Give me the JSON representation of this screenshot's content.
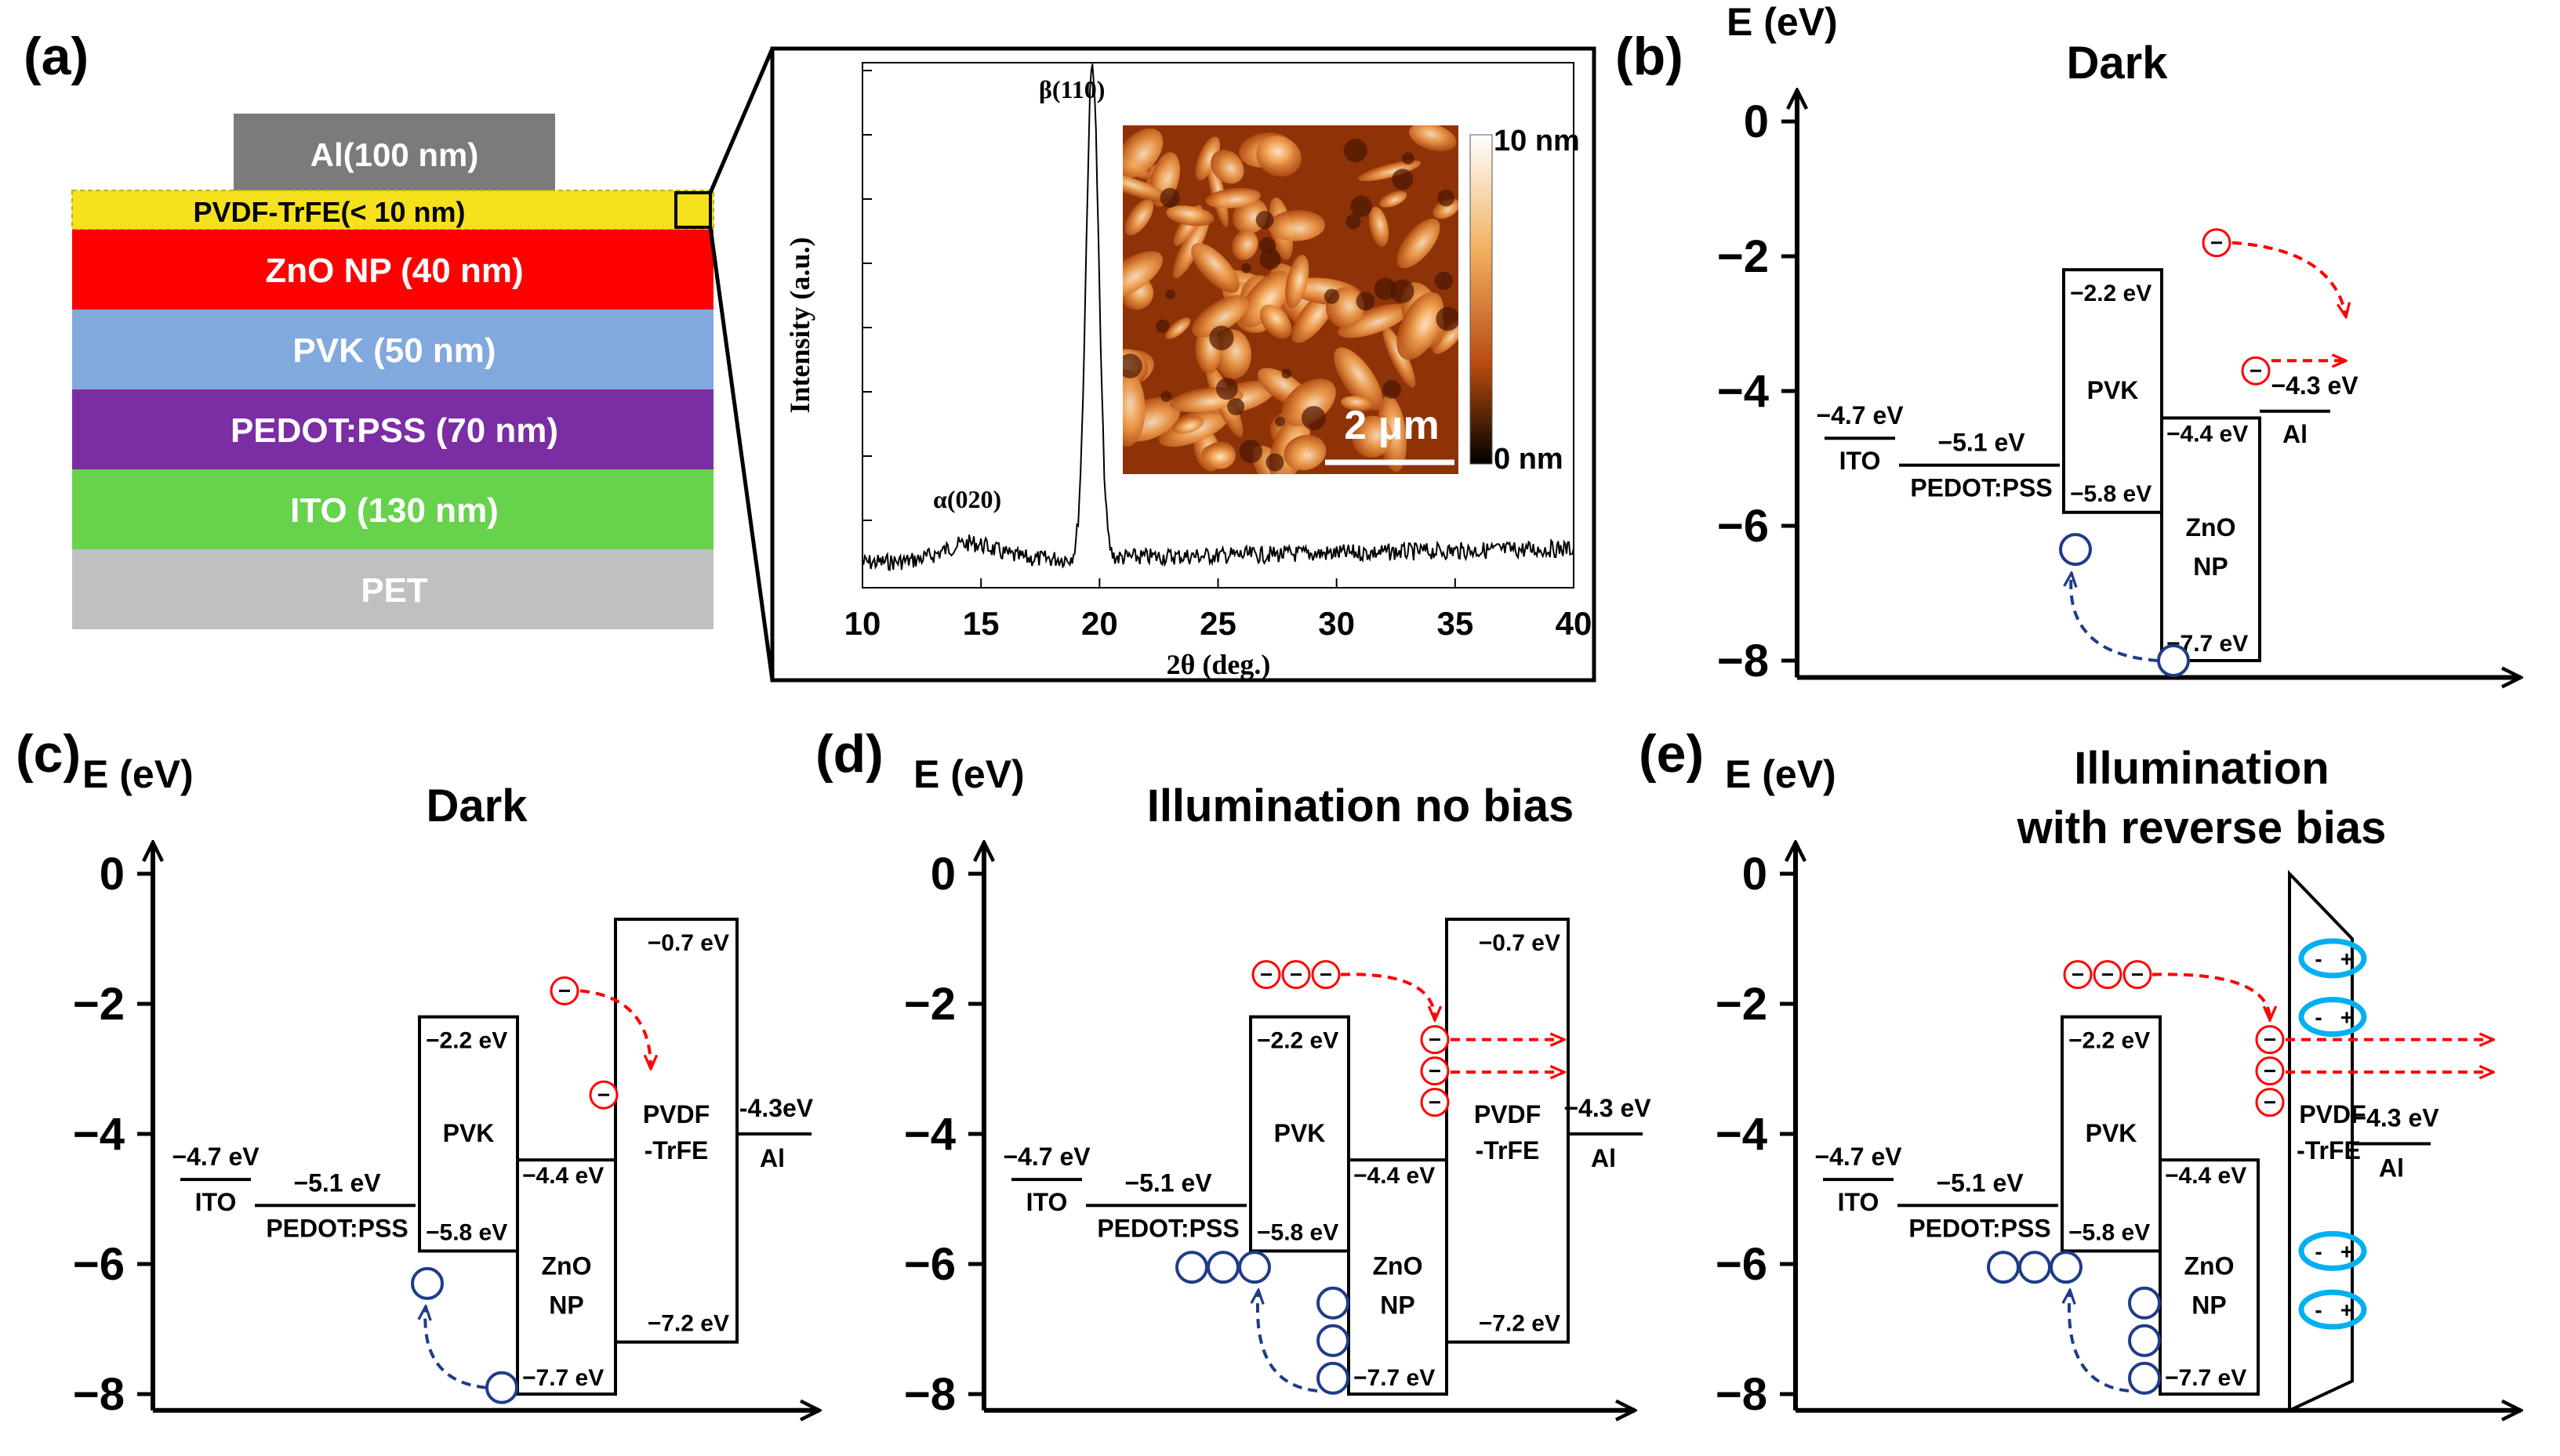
{
  "panel_a": {
    "label": "(a)",
    "layers": [
      {
        "text": "Al(100 nm)",
        "color": "#7b7b7b",
        "text_color": "#ffffff"
      },
      {
        "text": "PVDF-TrFE(< 10 nm)",
        "color": "#f5e11c",
        "text_color": "#000000"
      },
      {
        "text": "ZnO NP (40 nm)",
        "color": "#ff0000",
        "text_color": "#ffffff"
      },
      {
        "text": "PVK (50 nm)",
        "color": "#82a9de",
        "text_color": "#ffffff"
      },
      {
        "text": "PEDOT:PSS (70 nm)",
        "color": "#7b2da4",
        "text_color": "#ffffff"
      },
      {
        "text": "ITO (130 nm)",
        "color": "#67d24b",
        "text_color": "#ffffff"
      },
      {
        "text": "PET",
        "color": "#c0c0c0",
        "text_color": "#ffffff"
      }
    ]
  },
  "xrd": {
    "x_ticks": [
      "10",
      "15",
      "20",
      "25",
      "30",
      "35",
      "40"
    ],
    "xlabel": "2θ (deg.)",
    "ylabel": "Intensity (a.u.)",
    "peaks": [
      "β(110)",
      "α(020)"
    ],
    "afm": {
      "scale_bar": "2 μm",
      "max": "10 nm",
      "min": "0 nm"
    }
  },
  "common": {
    "e_label": "E (eV)",
    "y_ticks": [
      "0",
      "−2",
      "−4",
      "−6",
      "−8"
    ]
  },
  "panel_b": {
    "label": "(b)",
    "title": "Dark",
    "labels": [
      "−4.7 eV",
      "ITO",
      "−5.1 eV",
      "PEDOT:PSS",
      "−2.2 eV",
      "PVK",
      "−5.8 eV",
      "−4.4 eV",
      "ZnO",
      "NP",
      "−7.7 eV",
      "−4.3 eV",
      "Al"
    ]
  },
  "panel_c": {
    "label": "(c)",
    "title": "Dark",
    "labels": [
      "−4.7 eV",
      "ITO",
      "−5.1 eV",
      "PEDOT:PSS",
      "−2.2 eV",
      "PVK",
      "−5.8 eV",
      "−4.4 eV",
      "ZnO",
      "NP",
      "−7.7 eV",
      "−0.7 eV",
      "PVDF",
      "-TrFE",
      "−7.2 eV",
      "-4.3eV",
      "Al"
    ]
  },
  "panel_d": {
    "label": "(d)",
    "title": "Illumination no bias",
    "labels": [
      "−4.7 eV",
      "ITO",
      "−5.1 eV",
      "PEDOT:PSS",
      "−2.2 eV",
      "PVK",
      "−5.8 eV",
      "−4.4 eV",
      "ZnO",
      "NP",
      "−7.7 eV",
      "−0.7 eV",
      "PVDF",
      "-TrFE",
      "−7.2 eV",
      "−4.3 eV",
      "Al"
    ]
  },
  "panel_e": {
    "label": "(e)",
    "title": [
      "Illumination",
      "with reverse bias"
    ],
    "labels": [
      "−4.7 eV",
      "ITO",
      "−5.1 eV",
      "PEDOT:PSS",
      "−2.2 eV",
      "PVK",
      "−5.8 eV",
      "−4.4 eV",
      "ZnO",
      "NP",
      "−7.7 eV",
      "PVDF",
      "-TrFE",
      "−4.3 eV",
      "Al"
    ]
  },
  "colors": {
    "electron": "#ff0000",
    "hole": "#1f3c88",
    "dipole": "#00b0f0"
  }
}
